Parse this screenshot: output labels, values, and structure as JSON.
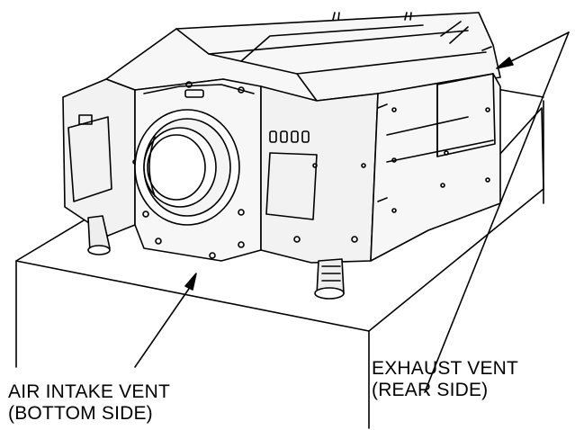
{
  "labels": {
    "air_intake": {
      "line1": "AIR INTAKE VENT",
      "line2": "(BOTTOM SIDE)"
    },
    "exhaust": {
      "line1": "EXHAUST VENT",
      "line2": "(REAR SIDE)"
    }
  },
  "colors": {
    "ink": "#000000",
    "paper": "#ffffff",
    "body_fill": "#f2f2f2",
    "lens_fill": "#ffffff"
  }
}
